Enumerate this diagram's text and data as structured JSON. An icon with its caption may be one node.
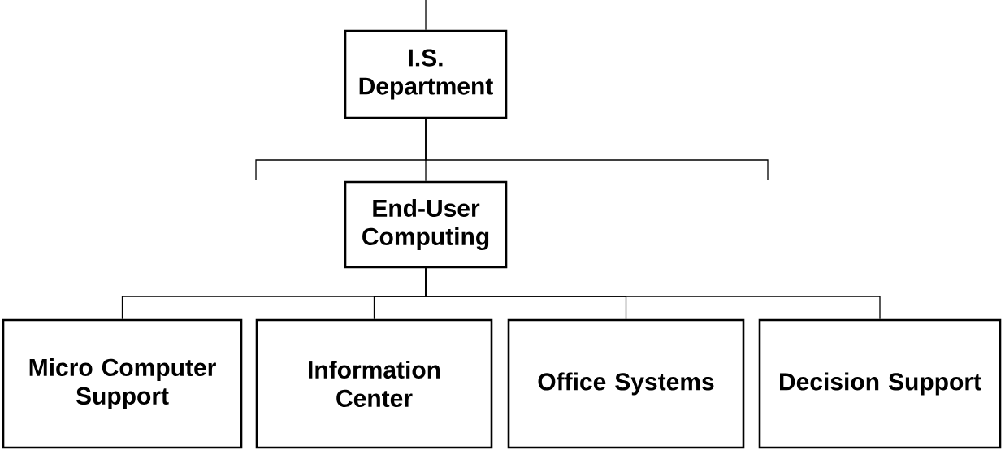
{
  "diagram": {
    "nodes": [
      {
        "text": [
          "I.S. Department"
        ]
      },
      {
        "text": [
          "End-User Computing"
        ]
      },
      {
        "text": [
          "Micro Computer Support"
        ]
      },
      {
        "text": [
          "Information Center"
        ]
      },
      {
        "text": [
          "Office Systems"
        ]
      },
      {
        "text": [
          "Decision Support"
        ]
      }
    ],
    "edges": [
      {
        "from": null,
        "to": 0,
        "arrow": "none"
      },
      {
        "from": 0,
        "to": 1,
        "arrow": "none"
      },
      {
        "from": 0,
        "to": null,
        "arrow": "none"
      },
      {
        "from": 0,
        "to": null,
        "arrow": "none"
      },
      {
        "from": 1,
        "to": 2,
        "arrow": "none"
      },
      {
        "from": 1,
        "to": 3,
        "arrow": "none"
      },
      {
        "from": 1,
        "to": 4,
        "arrow": "none"
      },
      {
        "from": 1,
        "to": 5,
        "arrow": "none"
      }
    ]
  }
}
